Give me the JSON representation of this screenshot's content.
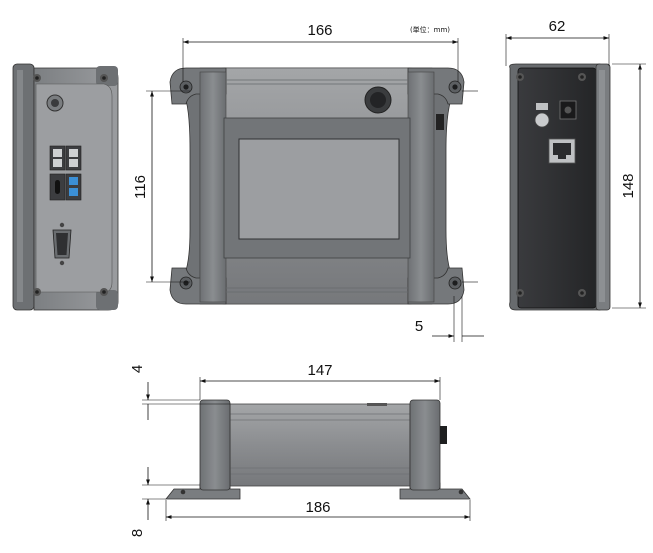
{
  "drawing": {
    "unit_note": "(単位：mm)",
    "front_view": {
      "width": "166",
      "height": "116",
      "foot_offset": "5"
    },
    "side_view": {
      "depth": "62",
      "height": "148"
    },
    "bottom_view": {
      "body_length": "147",
      "overall_length": "186",
      "top_offset": "4",
      "foot_height": "8"
    }
  },
  "colors": {
    "body_gray": "#8a8c8e",
    "body_dark": "#5b5d60",
    "endcap": "#7b7e81",
    "screen_frame": "#6f7274",
    "screen": "#9a9c9f",
    "side_panel": "#2e2f31",
    "line": "#111111"
  },
  "icons": [
    "power-button-icon",
    "usb-port-icon",
    "usb-c-port-icon",
    "serial-port-icon",
    "lan-port-icon",
    "dc-jack-icon",
    "screw-icon"
  ]
}
